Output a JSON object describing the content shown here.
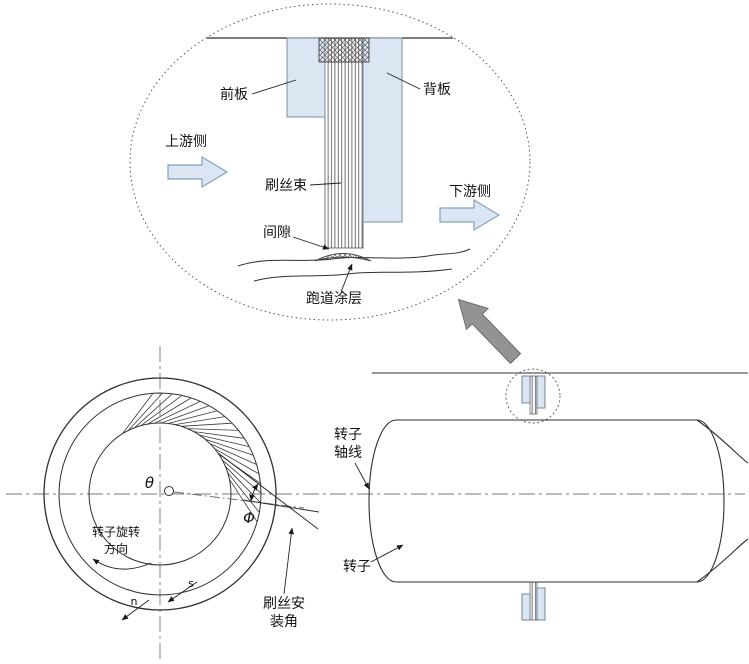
{
  "detail_view": {
    "front_plate_label": "前板",
    "back_plate_label": "背板",
    "upstream_label": "上游侧",
    "bristle_pack_label": "刷丝束",
    "downstream_label": "下游侧",
    "clearance_label": "间隙",
    "coating_label": "跑道涂层"
  },
  "front_view": {
    "theta_label": "θ",
    "rotation_dir_line1": "转子旋转",
    "rotation_dir_line2": "方向",
    "phi_label": "Φ",
    "s_label": "s",
    "n_label": "n",
    "install_angle_line1": "刷丝安",
    "install_angle_line2": "装角"
  },
  "side_view": {
    "rotor_axis_line1": "转子",
    "rotor_axis_line2": "轴线",
    "rotor_label": "转子"
  },
  "colors": {
    "plate_fill": "#dce6f2",
    "flow_arrow_fill": "#dce6f2",
    "flow_arrow_stroke": "#84a0bd",
    "callout_arrow_fill": "#939393",
    "callout_arrow_stroke": "#6b6b6b",
    "line": "#2f2f2f"
  }
}
